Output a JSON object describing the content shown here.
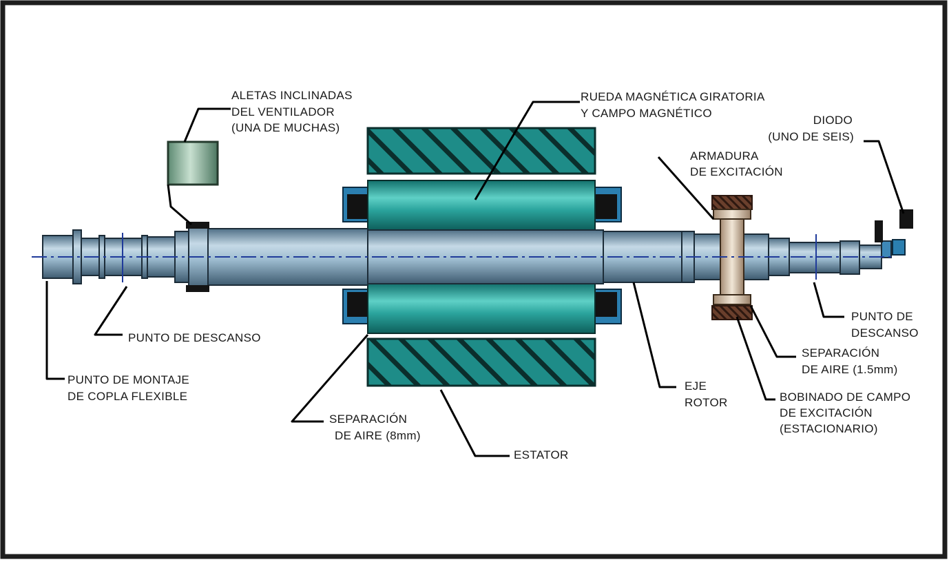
{
  "diagram": {
    "labels": {
      "fan": [
        "ALETAS INCLINADAS",
        "DEL VENTILADOR",
        "(UNA DE MUCHAS)"
      ],
      "rotor_wheel": [
        "RUEDA MAGNÉTICA GIRATORIA",
        "Y CAMPO MAGNÉTICO"
      ],
      "diode": [
        "DIODO",
        "(UNO DE SEIS)"
      ],
      "exciter_armature": [
        "ARMADURA",
        "DE EXCITACIÓN"
      ],
      "bearing_left": [
        "PUNTO DE DESCANSO"
      ],
      "coupling": [
        "PUNTO DE MONTAJE",
        "DE COPLA FLEXIBLE"
      ],
      "air_gap_main": [
        "SEPARACIÓN",
        "DE AIRE (8mm)"
      ],
      "stator": [
        "ESTATOR"
      ],
      "rotor_shaft": [
        "EJE",
        "ROTOR"
      ],
      "bearing_right": [
        "PUNTO DE",
        "DESCANSO"
      ],
      "air_gap_exciter": [
        "SEPARACIÓN",
        "DE AIRE (1.5mm)"
      ],
      "exciter_field": [
        "BOBINADO DE CAMPO",
        "DE EXCITACIÓN",
        "(ESTACIONARIO)"
      ]
    },
    "colors": {
      "frame": "#1e1e1e",
      "stator_fill": "#1e8c88",
      "stator_hatch": "#0b2e2c",
      "rotor_fill": "#2aa39c",
      "shaft_fill": "#8fb2c8",
      "centerline": "#1f3a9a",
      "exciter_winding": "#5a3424",
      "fan_fill": "#8fb39c",
      "end_ring": "#2b7fb0"
    }
  }
}
